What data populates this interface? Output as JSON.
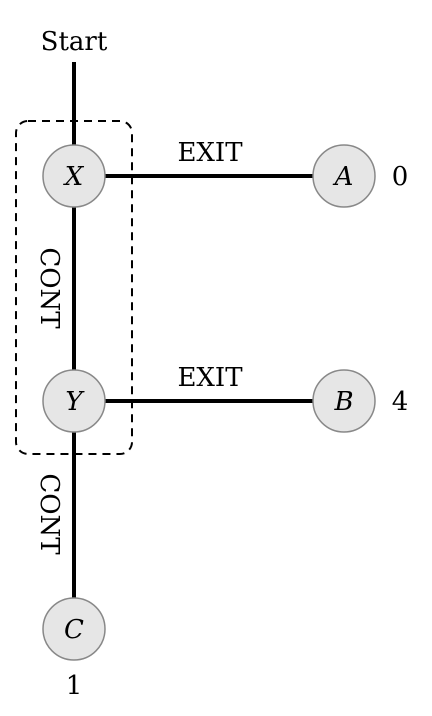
{
  "start_label": "Start",
  "nodes": {
    "X": {
      "label": "X"
    },
    "Y": {
      "label": "Y"
    },
    "A": {
      "label": "A",
      "value": "0"
    },
    "B": {
      "label": "B",
      "value": "4"
    },
    "C": {
      "label": "C",
      "value": "1"
    }
  },
  "edges": {
    "x_to_a": "EXIT",
    "x_to_y": "CONT",
    "y_to_b": "EXIT",
    "y_to_c": "CONT"
  },
  "colors": {
    "node_fill": "#e6e6e6",
    "node_stroke": "#888888",
    "edge": "#000000"
  }
}
